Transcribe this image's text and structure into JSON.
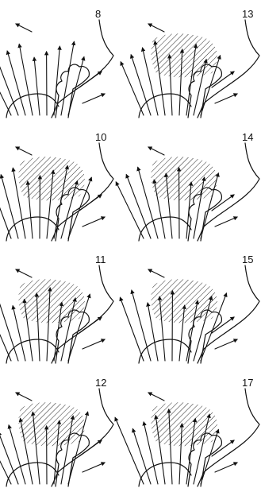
{
  "panels": [
    {
      "label": "8",
      "hatch": false
    },
    {
      "label": "13",
      "hatch": true
    },
    {
      "label": "10",
      "hatch": true
    },
    {
      "label": "14",
      "hatch": true
    },
    {
      "label": "11",
      "hatch": true
    },
    {
      "label": "15",
      "hatch": true
    },
    {
      "label": "12",
      "hatch": true
    },
    {
      "label": "17",
      "hatch": true
    }
  ]
}
